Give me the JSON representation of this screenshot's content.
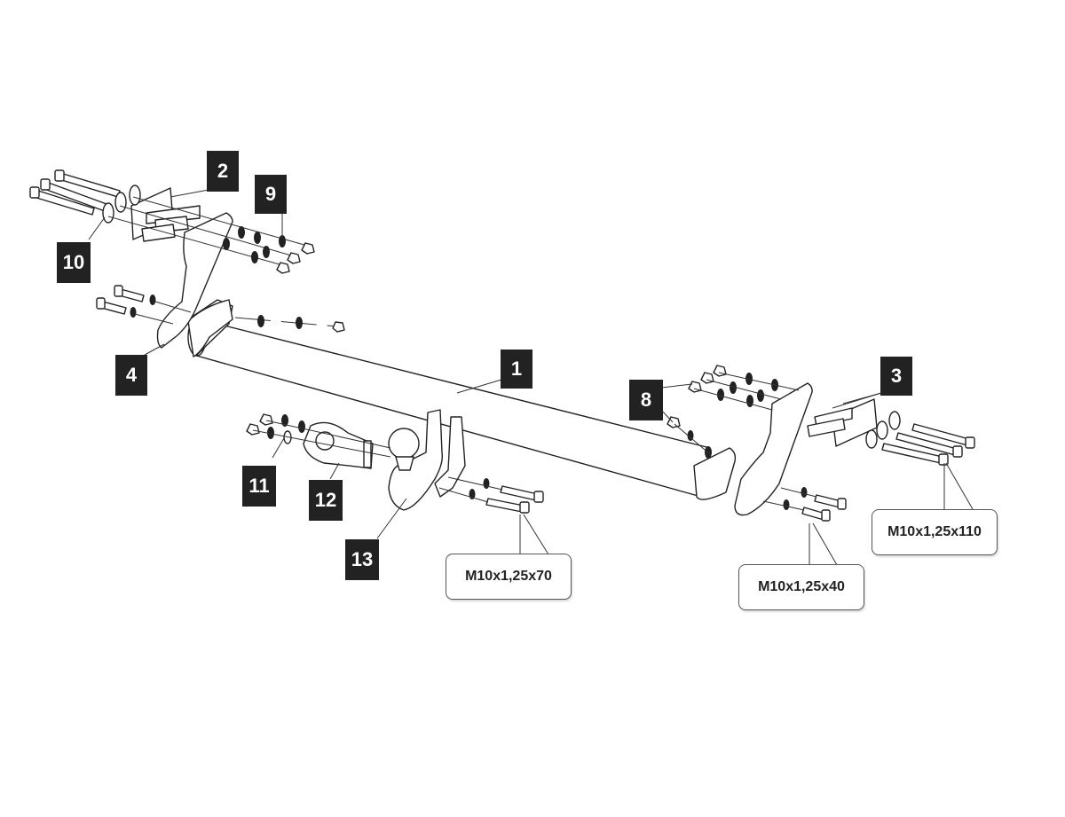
{
  "diagram": {
    "title": "Tow bar exploded assembly view",
    "callouts": [
      {
        "id": "1",
        "label": "1",
        "part": "crossbar"
      },
      {
        "id": "2",
        "label": "2",
        "part": "left-spacer-plate"
      },
      {
        "id": "3",
        "label": "3",
        "part": "right-spacer-plate"
      },
      {
        "id": "4",
        "label": "4",
        "part": "left-side-bracket"
      },
      {
        "id": "8",
        "label": "8",
        "part": "nuts"
      },
      {
        "id": "9",
        "label": "9",
        "part": "washers"
      },
      {
        "id": "10",
        "label": "10",
        "part": "large-washers"
      },
      {
        "id": "11",
        "label": "11",
        "part": "socket-fasteners"
      },
      {
        "id": "12",
        "label": "12",
        "part": "socket-plate"
      },
      {
        "id": "13",
        "label": "13",
        "part": "tow-ball-neck"
      }
    ],
    "specs": [
      {
        "label": "M10x1,25x70"
      },
      {
        "label": "M10x1,25x40"
      },
      {
        "label": "M10x1,25x110"
      }
    ]
  }
}
